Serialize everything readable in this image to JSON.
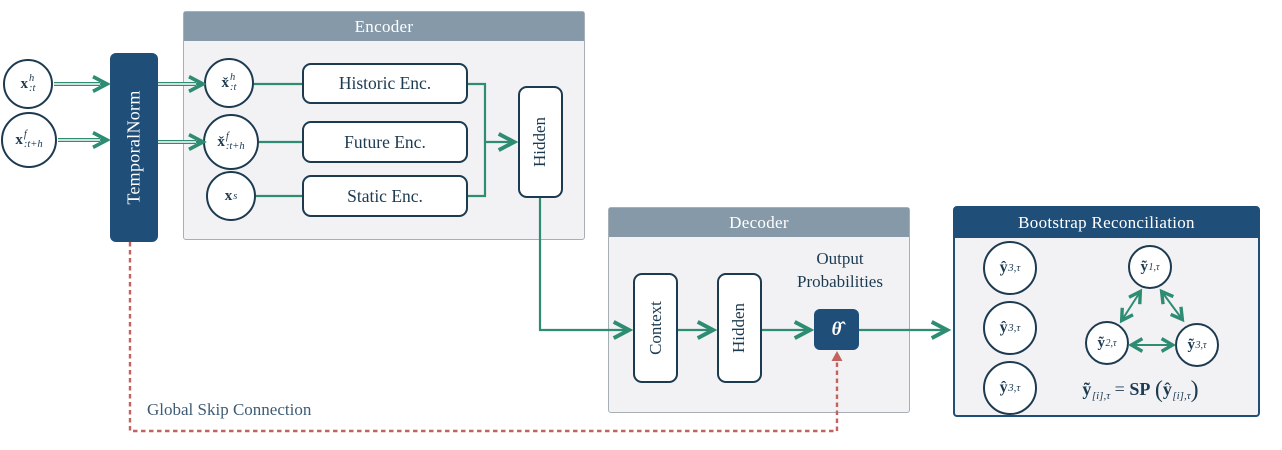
{
  "colors": {
    "navy": "#1c3a50",
    "blue": "#1f4e79",
    "slate_header": "#8599a9",
    "green": "#2e8c73",
    "red": "#c26360",
    "panel_bg": "#f2f2f4"
  },
  "inputs": {
    "x_hist": {
      "base": "x",
      "sup": "h",
      "sub": ":t"
    },
    "x_fut": {
      "base": "x",
      "sup": "f",
      "sub": ":t+h"
    }
  },
  "temporalnorm": {
    "label": "TemporalNorm"
  },
  "encoder": {
    "title": "Encoder",
    "circles": {
      "hist": {
        "base": "x̌",
        "sup": "h",
        "sub": ":t"
      },
      "fut": {
        "base": "x̌",
        "sup": "f",
        "sub": ":t+h"
      },
      "static": {
        "base": "x",
        "sup": "s"
      }
    },
    "blocks": {
      "historic": "Historic Enc.",
      "future": "Future Enc.",
      "static": "Static Enc."
    },
    "hidden": "Hidden"
  },
  "decoder": {
    "title": "Decoder",
    "context": "Context",
    "hidden": "Hidden",
    "output_label_line1": "Output",
    "output_label_line2": "Probabilities",
    "theta": "θ̂"
  },
  "bootstrap": {
    "title": "Bootstrap Reconciliation",
    "samples": [
      {
        "base": "ŷ",
        "sub": "3,τ"
      },
      {
        "base": "ŷ",
        "sub": "3,τ"
      },
      {
        "base": "ŷ",
        "sub": "3,τ"
      }
    ],
    "nodes": [
      {
        "base": "ỹ",
        "sub": "1,τ"
      },
      {
        "base": "ỹ",
        "sub": "2,τ"
      },
      {
        "base": "ỹ",
        "sub": "3,τ"
      }
    ],
    "equation": {
      "lhs_base": "ỹ",
      "lhs_sub": "[i],τ",
      "rel": "=",
      "op": "SP",
      "open": "(",
      "rhs_base": "ŷ",
      "rhs_sub": "[i],τ",
      "close": ")"
    }
  },
  "skip": {
    "label": "Global Skip Connection"
  }
}
